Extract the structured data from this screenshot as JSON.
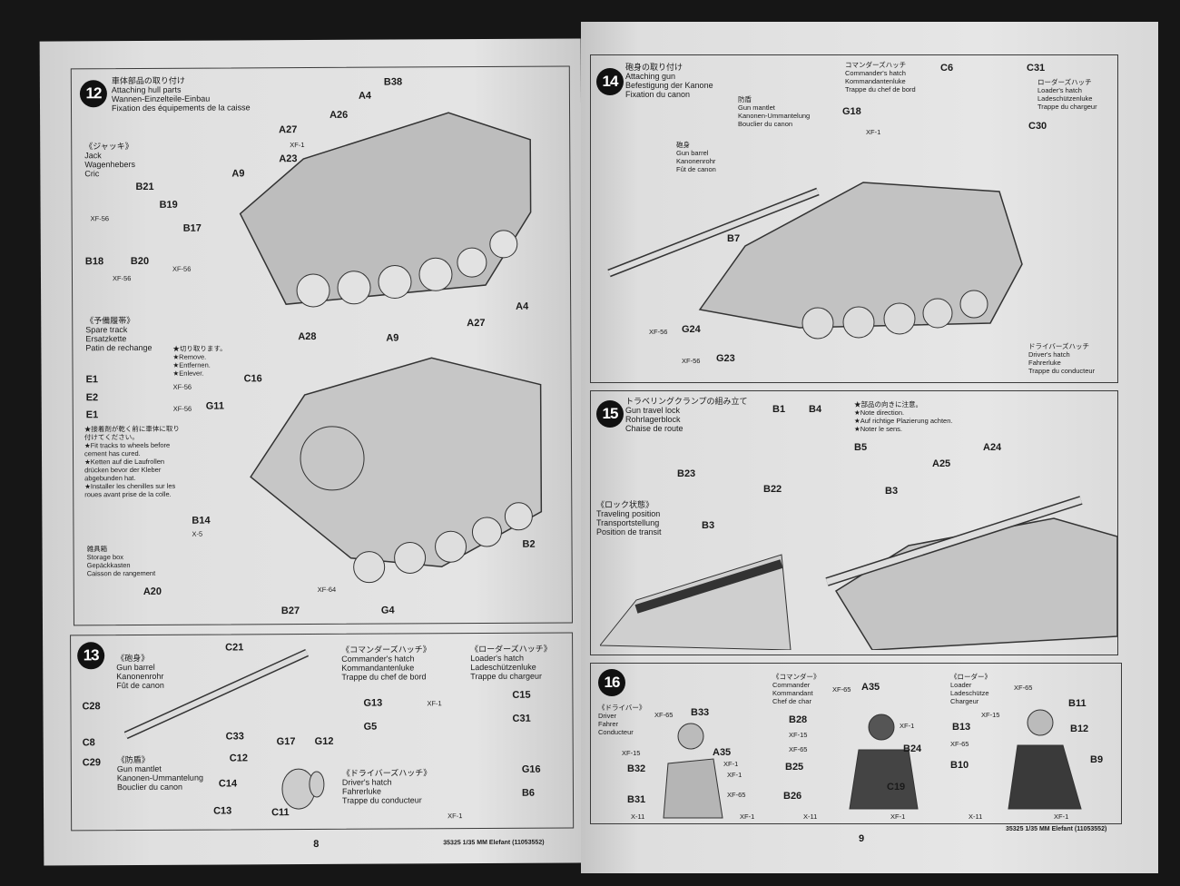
{
  "left_page": {
    "page_number": "8",
    "footer": "35325  1/35 MM Elefant (11053552)",
    "step12": {
      "number": "12",
      "title": [
        "車体部品の取り付け",
        "Attaching hull parts",
        "Wannen-Einzelteile-Einbau",
        "Fixation des équipements de la caisse"
      ],
      "jack": [
        "《ジャッキ》",
        "Jack",
        "Wagenhebers",
        "Cric"
      ],
      "spare_track": [
        "《予備履帯》",
        "Spare track",
        "Ersatzkette",
        "Patin de rechange"
      ],
      "remove_note": [
        "★切り取ります。",
        "★Remove.",
        "★Entfernen.",
        "★Enlever."
      ],
      "fit_note": [
        "★接着剤が乾く前に車体に取り付けてください。",
        "★Fit tracks to wheels before cement has cured.",
        "★Ketten auf die Laufrollen drücken bevor der Kleber abgebunden hat.",
        "★Installer les chenilles sur les roues avant prise de la colle."
      ],
      "storage_box": [
        "雑具箱",
        "Storage box",
        "Gepäckkasten",
        "Caisson de rangement"
      ],
      "parts": [
        "B38",
        "A4",
        "A26",
        "A27",
        "XF-1",
        "A23",
        "A9",
        "B21",
        "B19",
        "XF-56",
        "B17",
        "B18",
        "B20",
        "XF-56",
        "XF-56",
        "A27",
        "A4",
        "A9",
        "E1",
        "E2",
        "E1",
        "XF-56",
        "XF-56",
        "A28",
        "C16",
        "G11",
        "B14",
        "X-5",
        "A20",
        "B27",
        "XF-64",
        "G4",
        "B2"
      ]
    },
    "step13": {
      "number": "13",
      "gun_barrel": [
        "《砲身》",
        "Gun barrel",
        "Kanonenrohr",
        "Fût de canon"
      ],
      "gun_mantlet": [
        "《防盾》",
        "Gun mantlet",
        "Kanonen-Ummantelung",
        "Bouclier du canon"
      ],
      "commander_hatch": [
        "《コマンダーズハッチ》",
        "Commander's hatch",
        "Kommandantenluke",
        "Trappe du chef de bord"
      ],
      "loader_hatch": [
        "《ローダーズハッチ》",
        "Loader's hatch",
        "Ladeschützenluke",
        "Trappe du chargeur"
      ],
      "driver_hatch": [
        "《ドライバーズハッチ》",
        "Driver's hatch",
        "Fahrerluke",
        "Trappe du conducteur"
      ],
      "parts": [
        "C21",
        "C28",
        "C33",
        "C8",
        "C29",
        "C12",
        "C14",
        "G17",
        "G12",
        "C13",
        "C11",
        "G13",
        "XF-1",
        "G5",
        "C15",
        "C31",
        "G16",
        "B6",
        "XF-1"
      ]
    }
  },
  "right_page": {
    "page_number": "9",
    "footer": "35325  1/35 MM Elefant (11053552)",
    "step14": {
      "number": "14",
      "title": [
        "砲身の取り付け",
        "Attaching gun",
        "Befestigung der Kanone",
        "Fixation du canon"
      ],
      "gun_mantlet": [
        "防盾",
        "Gun mantlet",
        "Kanonen-Ummantelung",
        "Bouclier du canon"
      ],
      "gun_barrel": [
        "砲身",
        "Gun barrel",
        "Kanonenrohr",
        "Fût de canon"
      ],
      "commander_hatch": [
        "コマンダーズハッチ",
        "Commander's hatch",
        "Kommandantenluke",
        "Trappe du chef de bord"
      ],
      "loader_hatch": [
        "ローダーズハッチ",
        "Loader's hatch",
        "Ladeschützenluke",
        "Trappe du chargeur"
      ],
      "driver_hatch": [
        "ドライバーズハッチ",
        "Driver's hatch",
        "Fahrerluke",
        "Trappe du conducteur"
      ],
      "parts": [
        "C6",
        "C31",
        "G18",
        "XF-1",
        "C30",
        "B7",
        "XF-56",
        "G24",
        "XF-56",
        "G23"
      ]
    },
    "step15": {
      "number": "15",
      "title": [
        "トラベリングクランプの組み立て",
        "Gun travel lock",
        "Rohrlagerblock",
        "Chaise de route"
      ],
      "direction_note": [
        "★部品の向きに注意。",
        "★Note direction.",
        "★Auf richtige Plazierung achten.",
        "★Noter le sens."
      ],
      "traveling_position": [
        "《ロック状態》",
        "Traveling position",
        "Transportstellung",
        "Position de transit"
      ],
      "parts": [
        "B1",
        "B4",
        "B5",
        "B23",
        "B22",
        "B3",
        "B3",
        "A25",
        "A24"
      ]
    },
    "step16": {
      "number": "16",
      "driver": [
        "《ドライバー》",
        "Driver",
        "Fahrer",
        "Conducteur"
      ],
      "commander": [
        "《コマンダー》",
        "Commander",
        "Kommandant",
        "Chef de char"
      ],
      "loader": [
        "《ローダー》",
        "Loader",
        "Ladeschütze",
        "Chargeur"
      ],
      "parts": [
        "XF-65",
        "B33",
        "XF-15",
        "A35",
        "XF-1",
        "B32",
        "XF-1",
        "B31",
        "XF-65",
        "X-11",
        "XF-1",
        "XF-65",
        "A35",
        "B28",
        "XF-1",
        "XF-15",
        "XF-65",
        "B24",
        "B25",
        "C19",
        "B26",
        "X-11",
        "XF-1",
        "XF-65",
        "B11",
        "XF-15",
        "B13",
        "B12",
        "XF-65",
        "B10",
        "B9",
        "X-11",
        "XF-1"
      ]
    }
  }
}
